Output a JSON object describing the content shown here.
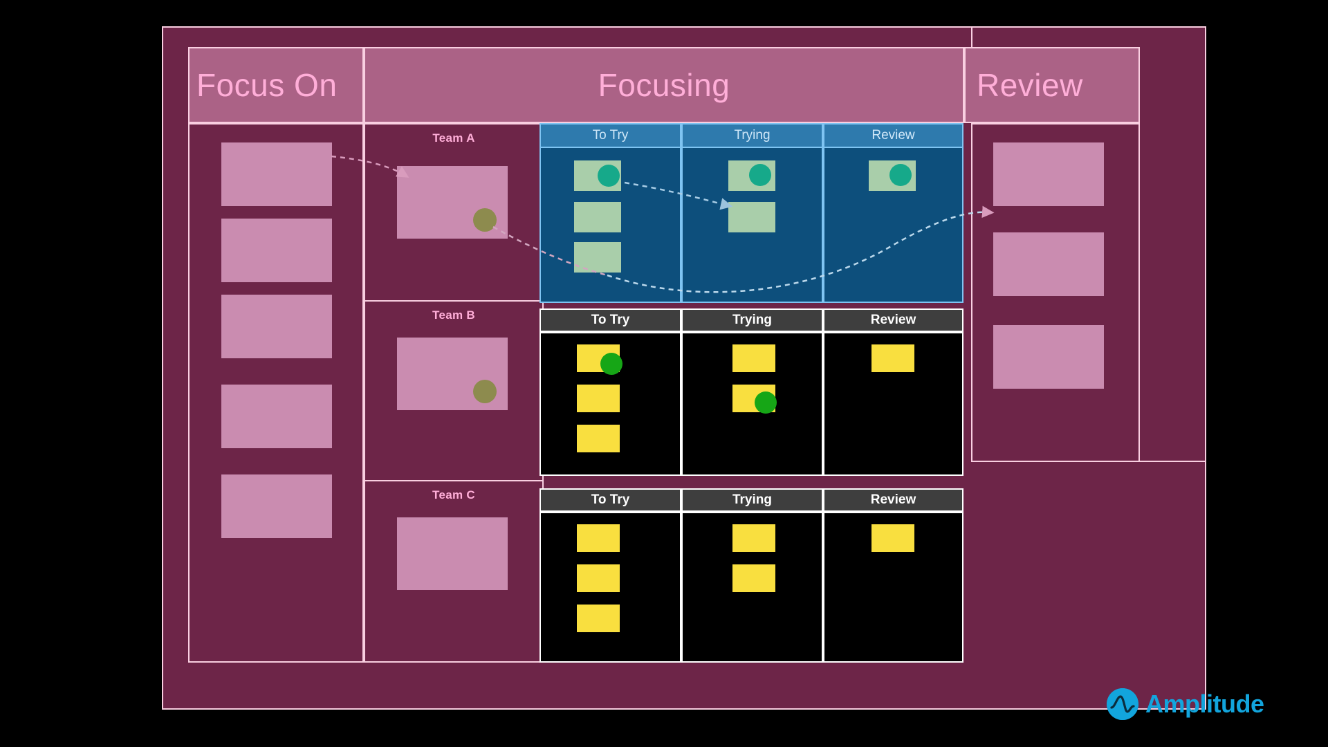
{
  "board": {
    "headers": {
      "focus_on": "Focus On",
      "focusing": "Focusing",
      "review": "Review"
    },
    "teams": [
      {
        "label": "Team A"
      },
      {
        "label": "Team B"
      },
      {
        "label": "Team C"
      }
    ],
    "kanban_columns": [
      "To Try",
      "Trying",
      "Review"
    ],
    "team_a_columns": [
      {
        "label": "To Try"
      },
      {
        "label": "Trying"
      },
      {
        "label": "Review"
      }
    ],
    "team_b_columns": [
      {
        "label": "To Try"
      },
      {
        "label": "Trying"
      },
      {
        "label": "Review"
      }
    ],
    "team_c_columns": [
      {
        "label": "To Try"
      },
      {
        "label": "Trying"
      },
      {
        "label": "Review"
      }
    ]
  },
  "counts": {
    "focus_on_cards": 5,
    "review_cards": 3,
    "team_a_to_try": 3,
    "team_a_trying": 2,
    "team_a_review": 1,
    "team_b_to_try": 3,
    "team_b_trying": 2,
    "team_b_review": 1,
    "team_c_to_try": 3,
    "team_c_trying": 2,
    "team_c_review": 1
  },
  "colors": {
    "maroon": "#6d2548",
    "header_mauve": "#ab6286",
    "pink_border": "#f9cfe1",
    "pink_text": "#ffaed8",
    "pink_card": "#ca8cb0",
    "blue_board_border": "#7fc4f2",
    "blue_header": "#2e7aad",
    "blue_body": "#0d4f7c",
    "green_card": "#a9ceaa",
    "teal_dot": "#16a98a",
    "dark_header": "#3e3e3e",
    "black_body": "#000000",
    "yellow_card": "#f9df3f",
    "green_dot": "#16a616",
    "olive_dot": "#8d8b4e",
    "amplitude_cyan": "#12a5dd"
  },
  "branding": {
    "name": "Amplitude",
    "logo_icon": "amplitude-logo-icon"
  }
}
